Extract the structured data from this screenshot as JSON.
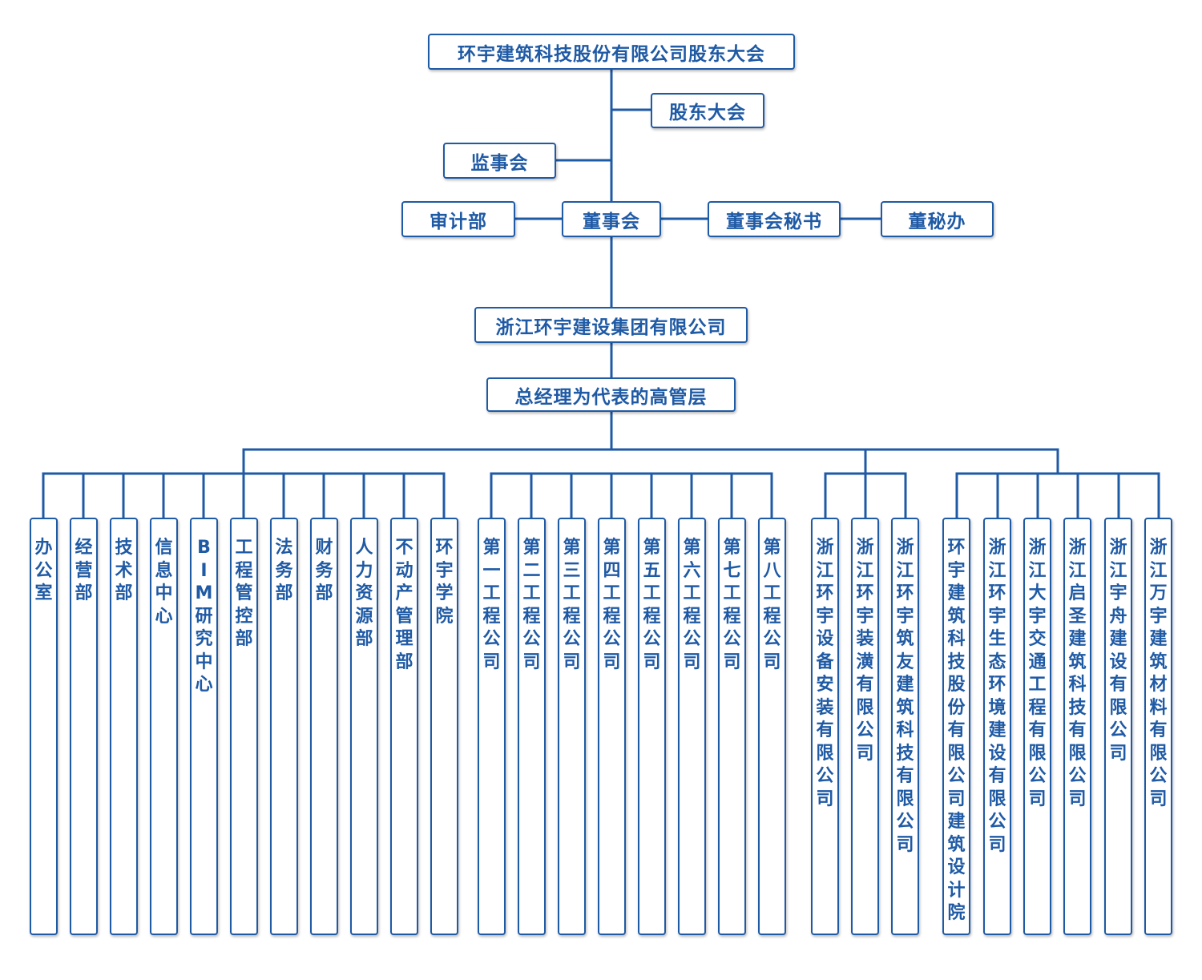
{
  "colors": {
    "accent": "#1f5aa5",
    "background": "#ffffff"
  },
  "top": {
    "shareholders_meeting_full": "环宇建筑科技股份有限公司股东大会",
    "shareholders_meeting": "股东大会",
    "supervisory_board": "监事会",
    "audit_dept": "审计部",
    "board": "董事会",
    "board_secretary": "董事会秘书",
    "board_office": "董秘办",
    "group_company": "浙江环宇建设集团有限公司",
    "management": "总经理为代表的高管层"
  },
  "departments": [
    "办公室",
    "经营部",
    "技术部",
    "信息中心",
    "BIM研究中心",
    "工程管控部",
    "法务部",
    "财务部",
    "人力资源部",
    "不动产管理部",
    "环宇学院"
  ],
  "engineering_companies": [
    "第一工程公司",
    "第二工程公司",
    "第三工程公司",
    "第四工程公司",
    "第五工程公司",
    "第六工程公司",
    "第七工程公司",
    "第八工程公司"
  ],
  "affiliates_a": [
    "浙江环宇设备安装有限公司",
    "浙江环宇装潢有限公司",
    "浙江环宇筑友建筑科技有限公司"
  ],
  "affiliates_b": [
    "环宇建筑科技股份有限公司建筑设计院",
    "浙江环宇生态环境建设有限公司",
    "浙江大宇交通工程有限公司",
    "浙江启圣建筑科技有限公司",
    "浙江宇舟建设有限公司",
    "浙江万宇建筑材料有限公司"
  ]
}
